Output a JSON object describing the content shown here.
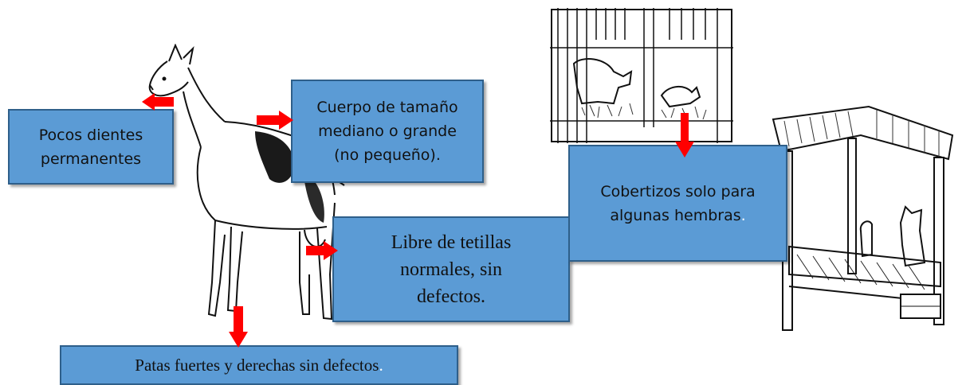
{
  "labels": {
    "teeth": "Pocos dientes permanentes",
    "body_size": "Cuerpo de tamaño mediano o grande (no pequeño).",
    "teats": "Libre de tetillas normales, sin defectos.",
    "legs": "Patas fuertes y derechas sin defectos",
    "legs_period": ".",
    "shelter": "Cobertizos solo para algunas hembras",
    "shelter_period": "."
  },
  "colors": {
    "box_fill": "#5b9bd5",
    "box_border": "#2e5f8a",
    "arrow": "#ff0000"
  }
}
